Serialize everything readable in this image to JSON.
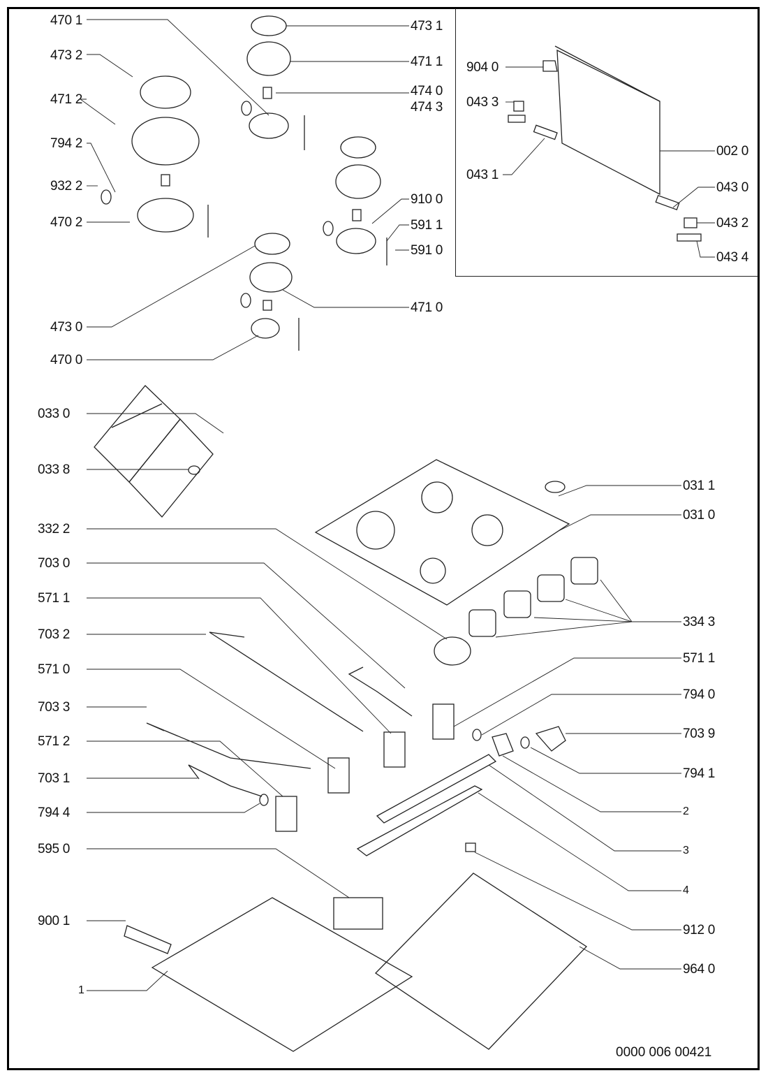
{
  "document": {
    "type": "exploded parts diagram",
    "subject": "gas hob",
    "drawing_number": "0000 006 00421"
  },
  "labels": [
    {
      "id": "l4701",
      "text": "470 1",
      "side": "left"
    },
    {
      "id": "l4732",
      "text": "473 2",
      "side": "left"
    },
    {
      "id": "l4712",
      "text": "471 2",
      "side": "left"
    },
    {
      "id": "l7942",
      "text": "794 2",
      "side": "left"
    },
    {
      "id": "l9322",
      "text": "932 2",
      "side": "left"
    },
    {
      "id": "l4702",
      "text": "470 2",
      "side": "left"
    },
    {
      "id": "l4730",
      "text": "473 0",
      "side": "left"
    },
    {
      "id": "l4700",
      "text": "470 0",
      "side": "left"
    },
    {
      "id": "l4731",
      "text": "473 1",
      "side": "right"
    },
    {
      "id": "l4711",
      "text": "471 1",
      "side": "right"
    },
    {
      "id": "l4740",
      "text": "474 0",
      "side": "right"
    },
    {
      "id": "l4743",
      "text": "474 3",
      "side": "right"
    },
    {
      "id": "l9100",
      "text": "910 0",
      "side": "right"
    },
    {
      "id": "l5911",
      "text": "591 1",
      "side": "right"
    },
    {
      "id": "l5910",
      "text": "591 0",
      "side": "right"
    },
    {
      "id": "l4710",
      "text": "471 0",
      "side": "right"
    },
    {
      "id": "l9040",
      "text": "904 0",
      "side": "inset-left"
    },
    {
      "id": "l0433",
      "text": "043 3",
      "side": "inset-left"
    },
    {
      "id": "l0431",
      "text": "043 1",
      "side": "inset-left"
    },
    {
      "id": "l0020",
      "text": "002 0",
      "side": "inset-right"
    },
    {
      "id": "l0430",
      "text": "043 0",
      "side": "inset-right"
    },
    {
      "id": "l0432",
      "text": "043 2",
      "side": "inset-right"
    },
    {
      "id": "l0434",
      "text": "043 4",
      "side": "inset-right"
    },
    {
      "id": "l0330",
      "text": "033 0",
      "side": "left"
    },
    {
      "id": "l0338",
      "text": "033 8",
      "side": "left"
    },
    {
      "id": "l3322",
      "text": "332 2",
      "side": "left"
    },
    {
      "id": "l7030",
      "text": "703 0",
      "side": "left"
    },
    {
      "id": "l5711a",
      "text": "571 1",
      "side": "left"
    },
    {
      "id": "l7032",
      "text": "703 2",
      "side": "left"
    },
    {
      "id": "l5710",
      "text": "571 0",
      "side": "left"
    },
    {
      "id": "l7033",
      "text": "703 3",
      "side": "left"
    },
    {
      "id": "l5712",
      "text": "571 2",
      "side": "left"
    },
    {
      "id": "l7031",
      "text": "703 1",
      "side": "left"
    },
    {
      "id": "l7944",
      "text": "794 4",
      "side": "left"
    },
    {
      "id": "l5950",
      "text": "595 0",
      "side": "left"
    },
    {
      "id": "l9001",
      "text": "900 1",
      "side": "left"
    },
    {
      "id": "l1",
      "text": "1",
      "side": "left"
    },
    {
      "id": "l0311",
      "text": "031 1",
      "side": "right"
    },
    {
      "id": "l0310",
      "text": "031 0",
      "side": "right"
    },
    {
      "id": "l3343",
      "text": "334 3",
      "side": "right"
    },
    {
      "id": "l5711b",
      "text": "571 1",
      "side": "right"
    },
    {
      "id": "l7940",
      "text": "794 0",
      "side": "right"
    },
    {
      "id": "l7039",
      "text": "703 9",
      "side": "right"
    },
    {
      "id": "l7941",
      "text": "794 1",
      "side": "right"
    },
    {
      "id": "l2",
      "text": "2",
      "side": "right"
    },
    {
      "id": "l3",
      "text": "3",
      "side": "right"
    },
    {
      "id": "l4",
      "text": "4",
      "side": "right"
    },
    {
      "id": "l9120",
      "text": "912 0",
      "side": "right"
    },
    {
      "id": "l9640",
      "text": "964 0",
      "side": "right"
    }
  ]
}
